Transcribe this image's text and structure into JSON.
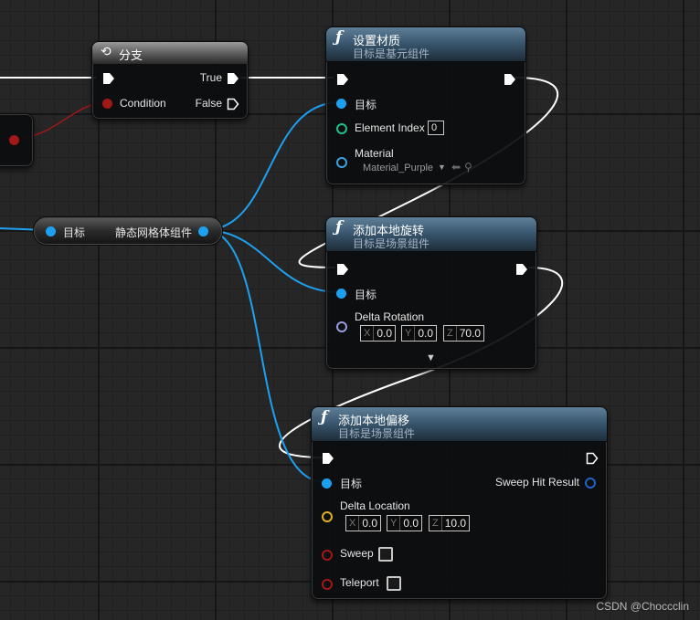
{
  "branch": {
    "title": "分支",
    "condition_label": "Condition",
    "true_label": "True",
    "false_label": "False"
  },
  "var_node": {
    "target_label": "目标",
    "name": "静态网格体组件"
  },
  "set_material": {
    "title": "设置材质",
    "subtitle": "目标是基元组件",
    "target_label": "目标",
    "element_index_label": "Element Index",
    "element_index_value": "0",
    "material_label": "Material",
    "material_value": "Material_Purple"
  },
  "add_rotation": {
    "title": "添加本地旋转",
    "subtitle": "目标是场景组件",
    "target_label": "目标",
    "delta_label": "Delta Rotation",
    "x_axis": "X",
    "x_value": "0.0",
    "y_axis": "Y",
    "y_value": "0.0",
    "z_axis": "Z",
    "z_value": "70.0"
  },
  "add_offset": {
    "title": "添加本地偏移",
    "subtitle": "目标是场景组件",
    "target_label": "目标",
    "sweep_hit_label": "Sweep Hit Result",
    "delta_label": "Delta Location",
    "x_axis": "X",
    "x_value": "0.0",
    "y_axis": "Y",
    "y_value": "0.0",
    "z_axis": "Z",
    "z_value": "10.0",
    "sweep_label": "Sweep",
    "teleport_label": "Teleport"
  },
  "function_icon": "ƒ",
  "branch_icon": "branch-icon",
  "watermark": "CSDN @Choccclin",
  "colors": {
    "exec_wire": "#ffffff",
    "object_wire": "#1ea0f0",
    "bool_wire": "#a01818",
    "header_blue": "#3a5870"
  }
}
